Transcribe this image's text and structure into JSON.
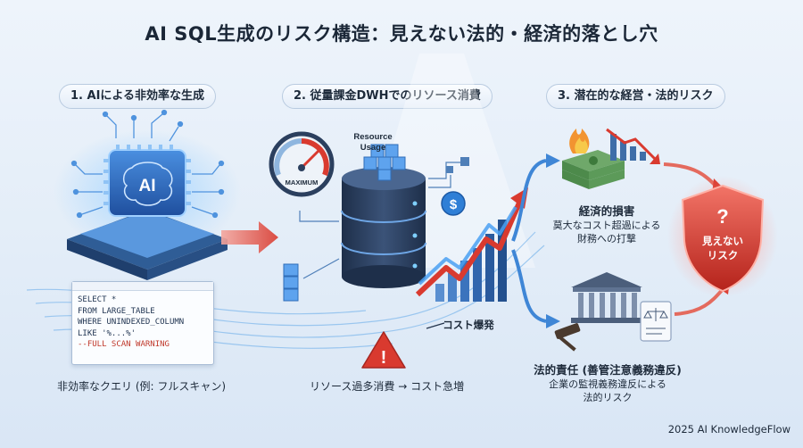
{
  "title": "AI SQL生成のリスク構造：見えない法的・経済的落とし穴",
  "steps": [
    {
      "label": "1. AIによる非効率な生成"
    },
    {
      "label": "2. 従量課金DWHでのリソース消費"
    },
    {
      "label": "3. 潜在的な経営・法的リスク"
    }
  ],
  "chip": {
    "label": "AI"
  },
  "code": {
    "lines": [
      "SELECT *",
      "FROM LARGE_TABLE",
      "WHERE UNINDEXED_COLUMN",
      "LIKE '%...%'"
    ],
    "warning": "--FULL SCAN WARNING"
  },
  "captions": {
    "query": "非効率なクエリ (例: フルスキャン)",
    "consumption": "リソース過多消費 → コスト急増"
  },
  "gauge": {
    "label": "MAXIMUM"
  },
  "resource_label": {
    "line1": "Resource",
    "line2": "Usage"
  },
  "cost_explosion": "コスト爆発",
  "dollar_symbol": "$",
  "warning_symbol": "!",
  "economic": {
    "title": "経済的損害",
    "line1": "莫大なコスト超過による",
    "line2": "財務への打撃"
  },
  "legal": {
    "title": "法的責任 (善管注意義務違反)",
    "line1": "企業の監視義務違反による",
    "line2": "法的リスク"
  },
  "risk_shield": {
    "symbol": "?",
    "line1": "見えない",
    "line2": "リスク"
  },
  "copyright": "2025 AI KnowledgeFlow",
  "colors": {
    "accent_blue": "#2f7fd6",
    "alert_red": "#d93a2f",
    "dark_navy": "#23344d"
  }
}
